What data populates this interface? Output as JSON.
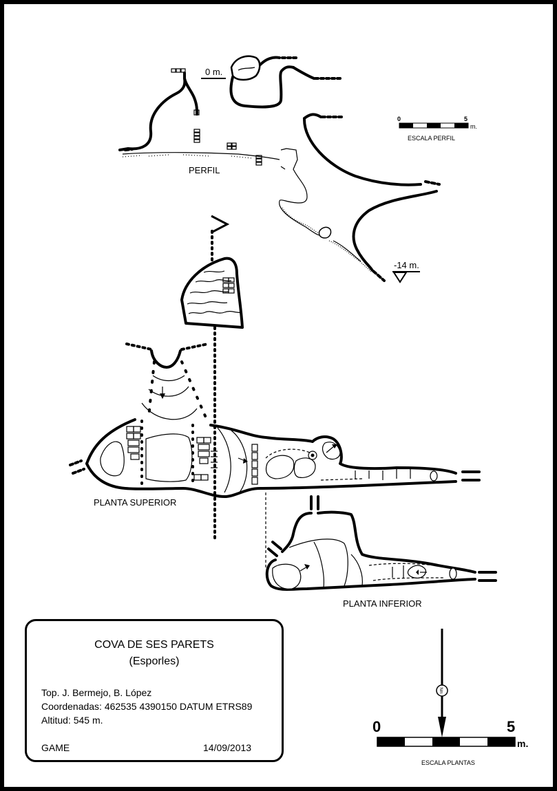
{
  "title": "COVA DE SES PARETS",
  "municipality": "(Esporles)",
  "surveyors": "Top.  J. Bermejo, B. López",
  "coordinates": "Coordenadas:  462535 4390150 DATUM ETRS89",
  "altitude": "Altitud:  545 m.",
  "group": "GAME",
  "date": "14/09/2013",
  "labels": {
    "profile": "PERFIL",
    "upper_plan": "PLANTA SUPERIOR",
    "lower_plan": "PLANTA INFERIOR",
    "top_level": "0 m.",
    "bottom_level": "-14 m.",
    "north": "Nm"
  },
  "profile_scale": {
    "start": "0",
    "end": "5",
    "unit": "m.",
    "caption": "ESCALA PERFIL"
  },
  "plan_scale": {
    "start": "0",
    "end": "5",
    "unit": "m.",
    "caption": "ESCALA PLANTAS"
  }
}
